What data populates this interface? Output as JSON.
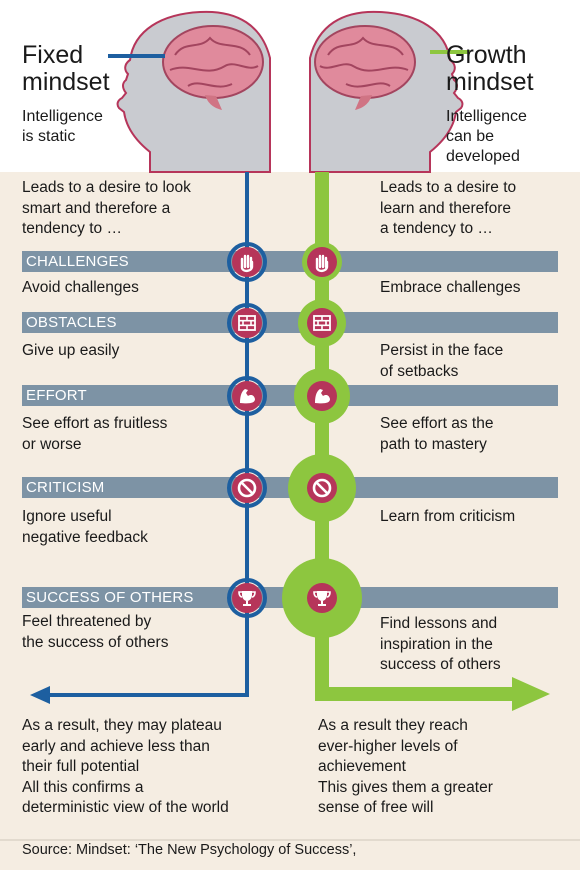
{
  "colors": {
    "fixed": "#1d5fa0",
    "growth": "#8dc63f",
    "band": "#7d93a5",
    "icon": "#b6355a",
    "background": "#f5ede2",
    "head": "#c9cbd0",
    "head_outline": "#b6355a"
  },
  "fixed": {
    "title": [
      "Fixed",
      "mindset"
    ],
    "subtitle": [
      "Intelligence",
      "is static"
    ],
    "leads": [
      "Leads to a desire to look",
      "smart and therefore a",
      "tendency to …"
    ]
  },
  "growth": {
    "title": [
      "Growth",
      "mindset"
    ],
    "subtitle": [
      "Intelligence",
      "can be",
      "developed"
    ],
    "leads": [
      "Leads to a desire to",
      "learn and therefore",
      "a tendency to …"
    ]
  },
  "rows": [
    {
      "label": "CHALLENGES",
      "icon": "hand-icon",
      "fixed": [
        "Avoid challenges"
      ],
      "growth": [
        "Embrace challenges"
      ]
    },
    {
      "label": "OBSTACLES",
      "icon": "brick-wall-icon",
      "fixed": [
        "Give up easily"
      ],
      "growth": [
        "Persist in the face",
        "of setbacks"
      ]
    },
    {
      "label": "EFFORT",
      "icon": "flexed-arm-icon",
      "fixed": [
        "See effort as fruitless",
        "or worse"
      ],
      "growth": [
        "See effort as the",
        "path to mastery"
      ]
    },
    {
      "label": "CRITICISM",
      "icon": "no-entry-icon",
      "fixed": [
        "Ignore useful",
        "negative feedback"
      ],
      "growth": [
        "Learn from criticism"
      ]
    },
    {
      "label": "SUCCESS OF OTHERS",
      "icon": "trophy-icon",
      "fixed": [
        "Feel threatened by",
        "the success of others"
      ],
      "growth": [
        "Find lessons and",
        "inspiration in the",
        "success of others"
      ]
    }
  ],
  "results": {
    "fixed": [
      "As a result, they may plateau",
      "early and achieve less than",
      "their full potential",
      "All this confirms a",
      "deterministic view of the world"
    ],
    "growth": [
      "As a result they reach",
      "ever-higher levels of",
      "achievement",
      "This gives them a greater",
      "sense of free will"
    ]
  },
  "source": "Source: Mindset: ‘The New Psychology of Success’,"
}
